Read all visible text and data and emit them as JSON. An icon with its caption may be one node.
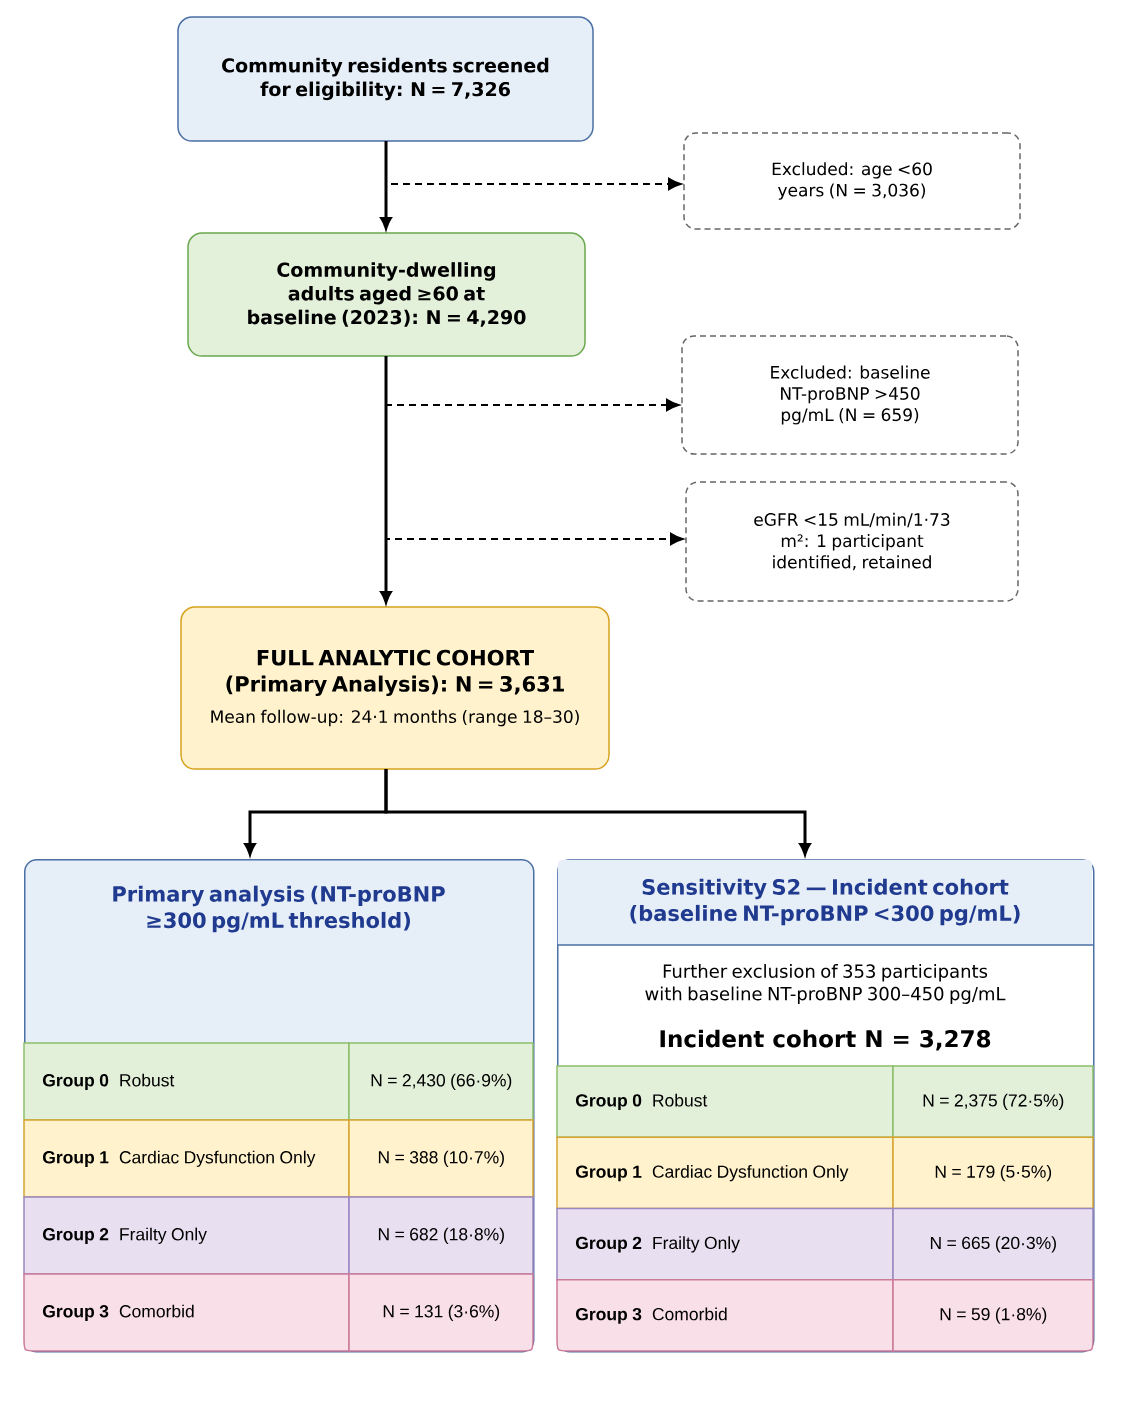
{
  "diagram": {
    "nodes": [
      {
        "text": [
          "Community residents screened for eligibility: N = 7,326"
        ]
      },
      {
        "text": [
          "Excluded: age <60 years (N = 3,036)"
        ]
      },
      {
        "text": [
          "Community-dwelling adults aged ≥60 at baseline (2023): N = 4,290"
        ]
      },
      {
        "text": [
          "Excluded: baseline NT-proBNP >450 pg/mL (N = 659)"
        ]
      },
      {
        "text": [
          "eGFR <15 mL/min/1·73 m²: 1 participant identified, retained"
        ]
      },
      {
        "text": [
          "FULL ANALYTIC COHORT (Primary Analysis): N = 3,631",
          "Mean follow-up: 24·1 months (range 18–30)"
        ]
      },
      {
        "text": [
          "Primary analysis (NT-proBNP ≥300 pg/mL threshold)"
        ]
      },
      {
        "text": [
          "Group 0",
          "Robust"
        ],
        "in": 6
      },
      {
        "text": [
          "N = 2,430 (66·9%)"
        ],
        "in": 6
      },
      {
        "text": [
          "Group 1",
          "Cardiac Dysfunction Only"
        ],
        "in": 6
      },
      {
        "text": [
          "N = 388 (10·7%)"
        ],
        "in": 6
      },
      {
        "text": [
          "Group 2",
          "Frailty Only"
        ],
        "in": 6
      },
      {
        "text": [
          "N = 682 (18·8%)"
        ],
        "in": 6
      },
      {
        "text": [
          "Group 3",
          "Comorbid"
        ],
        "in": 6
      },
      {
        "text": [
          "N = 131 (3·6%)"
        ],
        "in": 6
      },
      {
        "text": [
          "Sensitivity S2 — Incident cohort (baseline NT-proBNP <300 pg/mL)",
          "Further exclusion of 353 participants with baseline NT-proBNP 300–450 pg/mL",
          "Incident cohort N = 3,278"
        ]
      },
      {
        "text": [
          "Group 0",
          "Robust"
        ],
        "in": 15
      },
      {
        "text": [
          "N = 2,375 (72·5%)"
        ],
        "in": 15
      },
      {
        "text": [
          "Group 1",
          "Cardiac Dysfunction Only"
        ],
        "in": 15
      },
      {
        "text": [
          "N = 179 (5·5%)"
        ],
        "in": 15
      },
      {
        "text": [
          "Group 2",
          "Frailty Only"
        ],
        "in": 15
      },
      {
        "text": [
          "N = 665 (20·3%)"
        ],
        "in": 15
      },
      {
        "text": [
          "Group 3",
          "Comorbid"
        ],
        "in": 15
      },
      {
        "text": [
          "N = 59 (1·8%)"
        ],
        "in": 15
      }
    ],
    "edges": [
      {
        "from": 0,
        "to": 2,
        "arrow": "to"
      },
      {
        "from": 0,
        "to": 1,
        "arrow": "to",
        "style": "dashed"
      },
      {
        "from": 2,
        "to": 3,
        "arrow": "to",
        "style": "dashed"
      },
      {
        "from": 2,
        "to": 4,
        "arrow": "to",
        "style": "dashed"
      },
      {
        "from": 2,
        "to": 5,
        "arrow": "to"
      },
      {
        "from": 5,
        "to": 6,
        "arrow": "to"
      },
      {
        "from": 5,
        "to": 15,
        "arrow": "to"
      }
    ]
  }
}
